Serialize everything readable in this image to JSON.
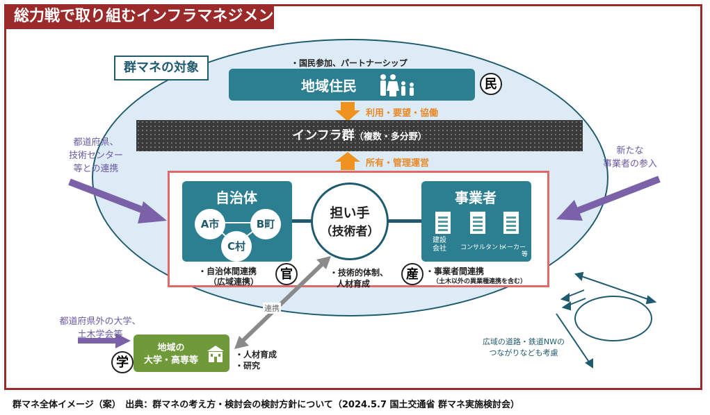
{
  "title": "総力戦で取り組むインフラマネジメント",
  "target_label": "群マネの対象",
  "residents": {
    "note": "・国民参加、パートナーシップ",
    "label": "地域住民",
    "badge": "民"
  },
  "arrow_use": "利用・要望・協働",
  "infra": {
    "label": "インフラ群",
    "sub": "（複数・多分野）"
  },
  "arrow_own": "所有・管理運営",
  "municipality": {
    "label": "自治体",
    "nodes": [
      "A市",
      "B町",
      "C村"
    ],
    "note_line1": "・自治体間連携",
    "note_line2": "（広域連携）",
    "badge": "官"
  },
  "bearer": {
    "line1": "担い手",
    "line2": "（技術者）",
    "note_line1": "・技術的体制、",
    "note_line2": "人材育成"
  },
  "business": {
    "label": "事業者",
    "items": [
      "建設\n会社",
      "コンサルタント",
      "メーカー",
      "等"
    ],
    "note_line1": "・事業者間連携",
    "note_line2": "（土木以外の異業種連携を含む）",
    "badge": "産"
  },
  "left_top": {
    "line1": "都道府県、",
    "line2": "技術センター",
    "line3": "等との連携"
  },
  "right_top": {
    "line1": "新たな",
    "line2": "事業者の参入"
  },
  "left_bottom": {
    "line1": "都道府県外の大学、",
    "line2": "土木学会等"
  },
  "link_label": "連携",
  "university": {
    "line1": "地域の",
    "line2": "大学・高専等",
    "badge": "学",
    "note_line1": "・人材育成",
    "note_line2": "・研究"
  },
  "network_note": {
    "line1": "広域の道路・鉄道NWの",
    "line2": "つながりなども考慮"
  },
  "caption": "群マネ全体イメージ（案）　出典：群マネの考え方・検討会の検討方針について（2024.5.7 国土交通省 群マネ実施検討会）",
  "colors": {
    "frame": "#9b2b2b",
    "teal": "#2b7f91",
    "ellipse": "#dcebf5",
    "orange": "#f0931e",
    "purple": "#7b62a8",
    "pink": "#e06a6a",
    "green": "#6f9a3a"
  }
}
